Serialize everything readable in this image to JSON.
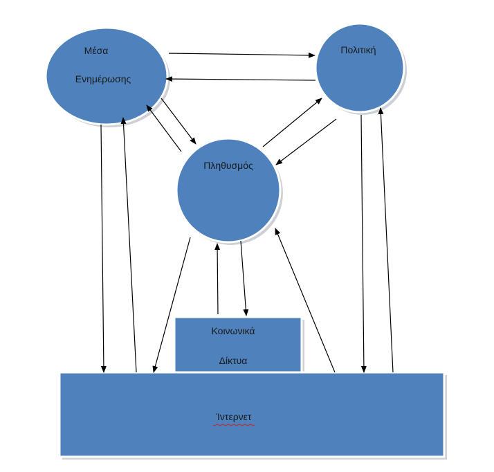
{
  "nodes": {
    "media": {
      "line1": "Μέσα",
      "line2": "Ενημέρωσης"
    },
    "politics": {
      "label": "Πολιτική"
    },
    "population": {
      "label": "Πληθυσμός"
    },
    "social": {
      "line1": "Κοινωνικά",
      "line2": "Δίκτυα"
    },
    "internet": {
      "label": "Ίντερνετ"
    }
  },
  "colors": {
    "node_fill": "#4f81bd",
    "node_border": "#ffffff",
    "shadow": "#b8bcc4",
    "arrow": "#000000",
    "text": "#1a1a1a",
    "spellcheck": "#cc2222"
  },
  "edges": [
    {
      "from": "media",
      "to": "politics"
    },
    {
      "from": "politics",
      "to": "media"
    },
    {
      "from": "media",
      "to": "population"
    },
    {
      "from": "population",
      "to": "media"
    },
    {
      "from": "politics",
      "to": "population"
    },
    {
      "from": "population",
      "to": "politics"
    },
    {
      "from": "media",
      "to": "internet"
    },
    {
      "from": "internet",
      "to": "media"
    },
    {
      "from": "politics",
      "to": "internet"
    },
    {
      "from": "internet",
      "to": "politics"
    },
    {
      "from": "population",
      "to": "internet"
    },
    {
      "from": "internet",
      "to": "population"
    },
    {
      "from": "population",
      "to": "social"
    },
    {
      "from": "social",
      "to": "population"
    }
  ]
}
